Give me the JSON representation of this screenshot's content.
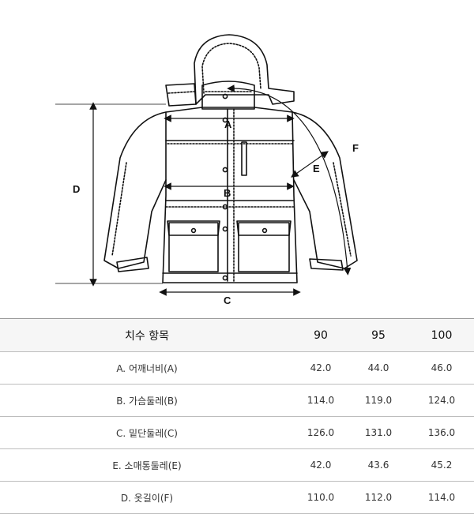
{
  "diagram": {
    "labels": {
      "a": "A",
      "b": "B",
      "c": "C",
      "d": "D",
      "e": "E",
      "f": "F"
    }
  },
  "table": {
    "headers": [
      "치수 항목",
      "90",
      "95",
      "100"
    ],
    "rows": [
      {
        "item": "A. 어깨너비(A)",
        "values": [
          "42.0",
          "44.0",
          "46.0"
        ]
      },
      {
        "item": "B. 가슴둘레(B)",
        "values": [
          "114.0",
          "119.0",
          "124.0"
        ]
      },
      {
        "item": "C. 밑단둘레(C)",
        "values": [
          "126.0",
          "131.0",
          "136.0"
        ]
      },
      {
        "item": "E. 소매통둘레(E)",
        "values": [
          "42.0",
          "43.6",
          "45.2"
        ]
      },
      {
        "item": "D. 옷길이(F)",
        "values": [
          "110.0",
          "112.0",
          "114.0"
        ]
      }
    ]
  }
}
